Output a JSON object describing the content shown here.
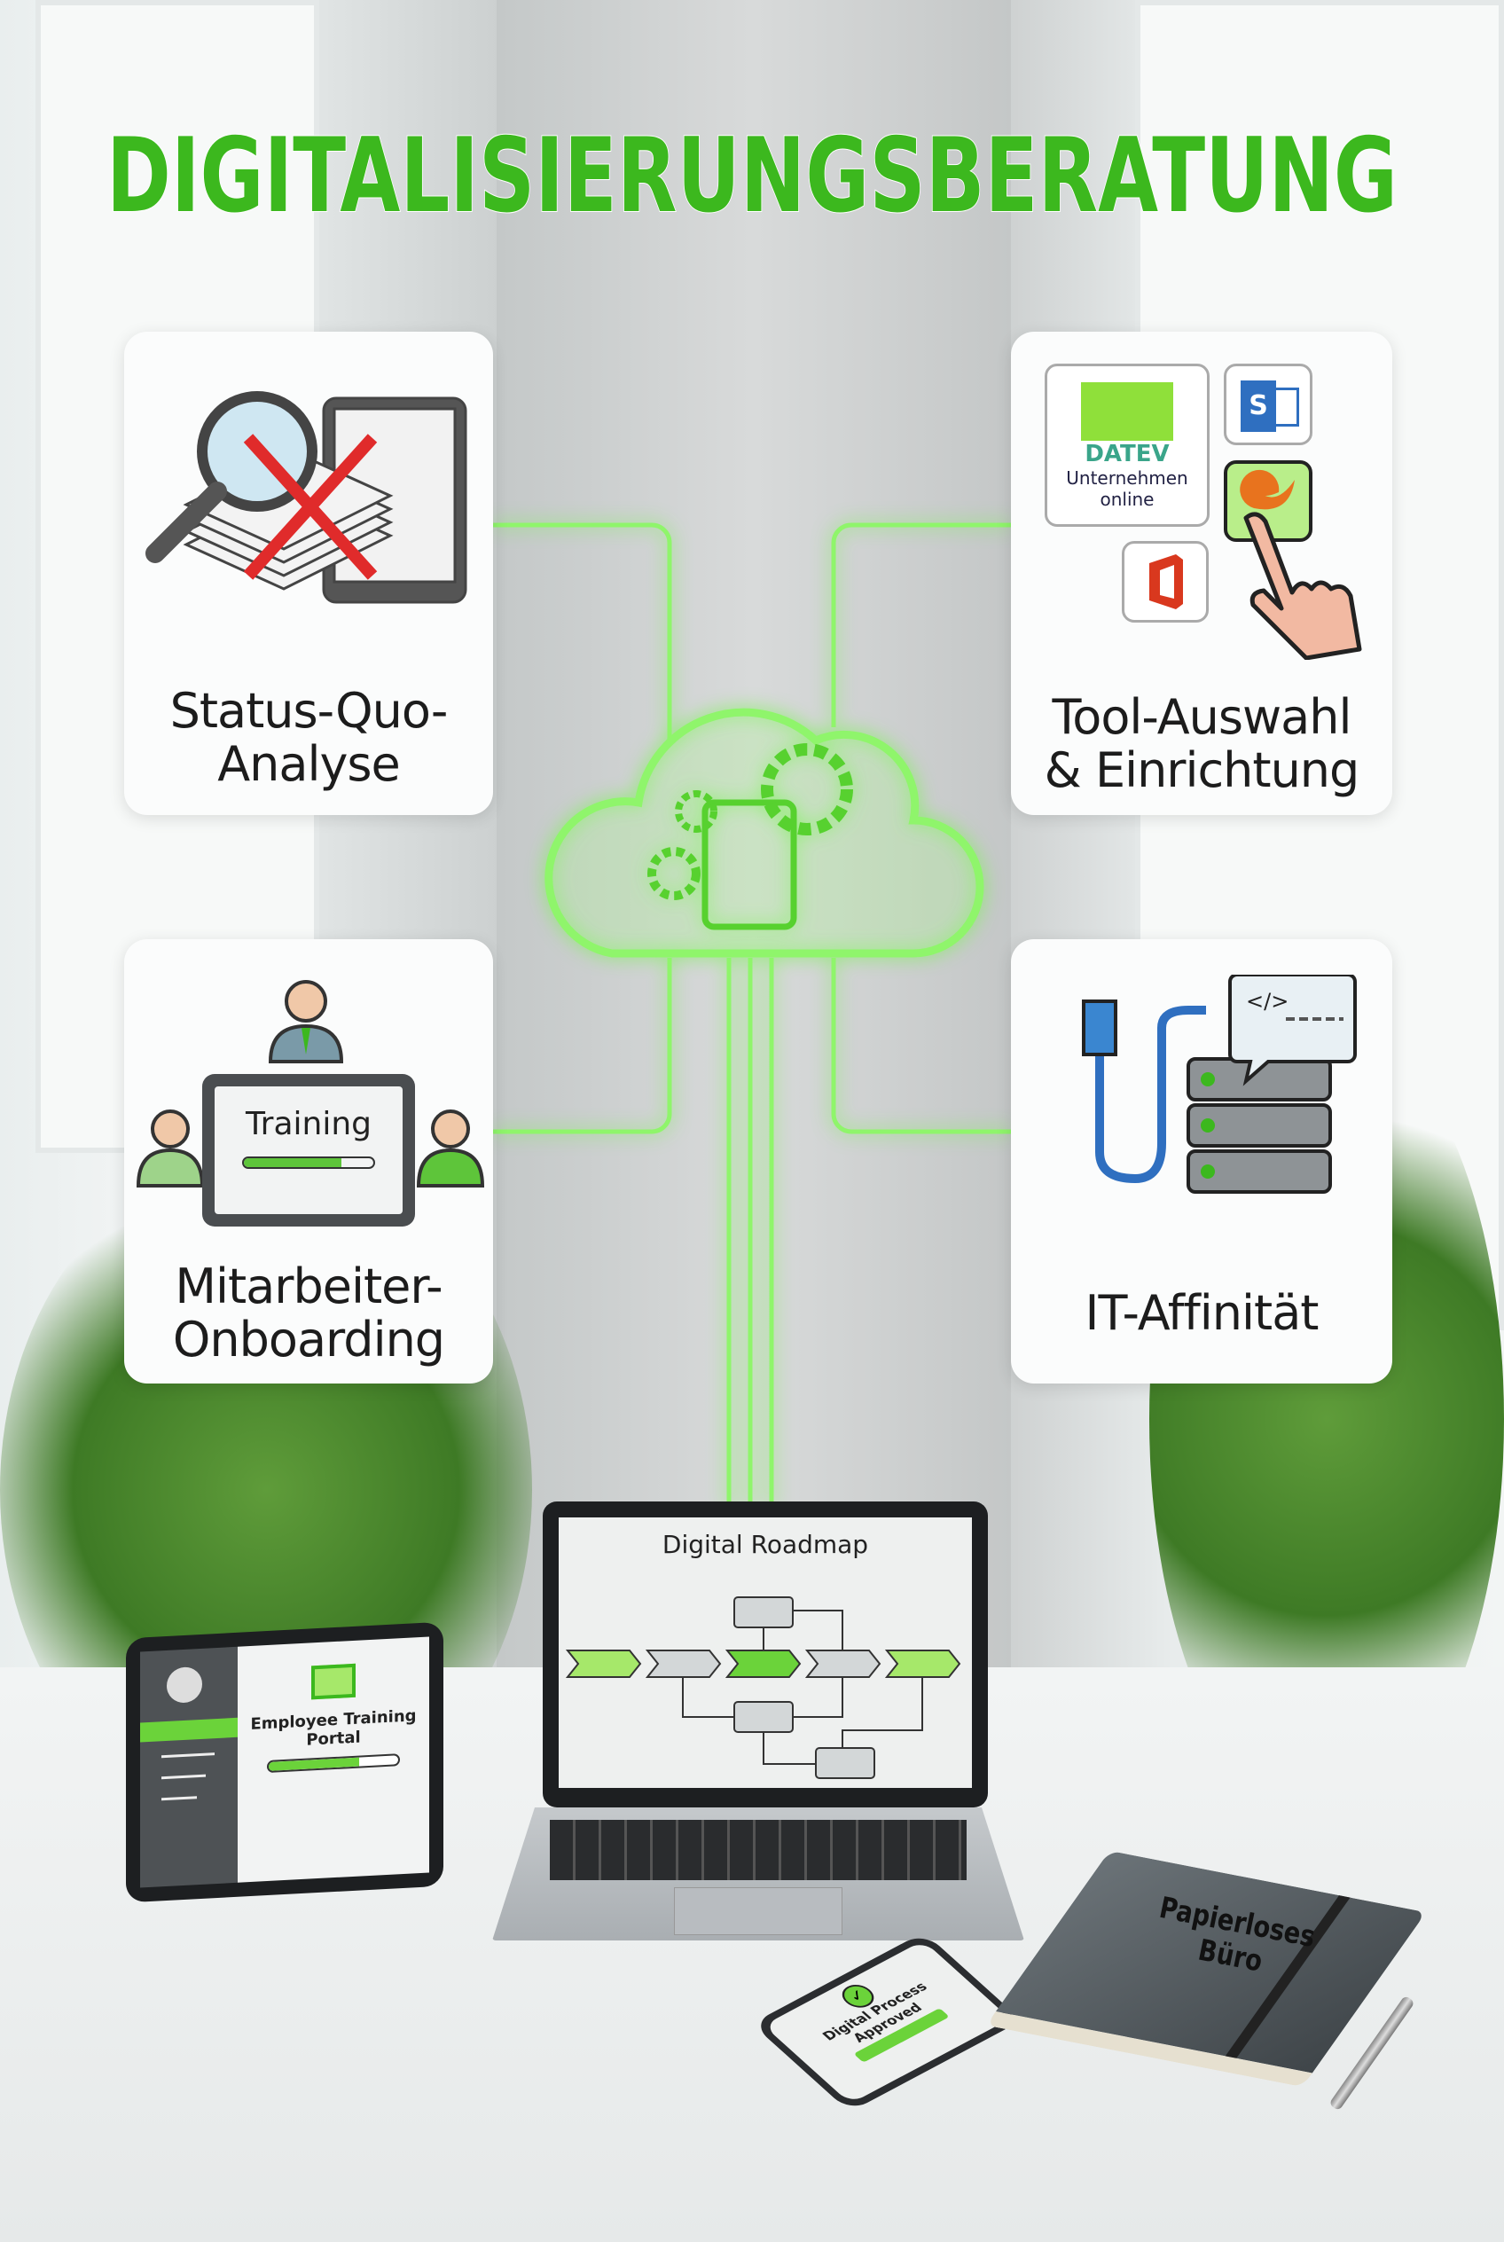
{
  "title": "DIGITALISIERUNGSBERATUNG",
  "colors": {
    "accent": "#3cb81e",
    "glow": "#7ef05a",
    "card_bg": "#fbfcfc",
    "text": "#1c1c1c"
  },
  "cards": [
    {
      "label_line1": "Status-Quo-",
      "label_line2": "Analyse",
      "icon": "magnifier-papers-crossed-icon"
    },
    {
      "label_line1": "Tool-Auswahl",
      "label_line2": "& Einrichtung",
      "icon": "app-tiles-hand-icon",
      "apps": {
        "datev_brand": "DATEV",
        "datev_line1": "Unternehmen",
        "datev_line2": "online",
        "sharepoint_letter": "S"
      }
    },
    {
      "label_line1": "Mitarbeiter-",
      "label_line2": "Onboarding",
      "icon": "training-tablet-people-icon",
      "screen_text": "Training",
      "progress": 0.75
    },
    {
      "label_line1": "IT-Affinität",
      "icon": "server-cable-code-icon",
      "code_tag": "</>"
    }
  ],
  "laptop": {
    "screen_title": "Digital Roadmap"
  },
  "tablet": {
    "portal_line1": "Employee Training",
    "portal_line2": "Portal",
    "progress": 0.7
  },
  "phone": {
    "line1": "Digital Process",
    "line2": "Approved"
  },
  "notebook": {
    "line1": "Papierloses",
    "line2": "Büro"
  }
}
